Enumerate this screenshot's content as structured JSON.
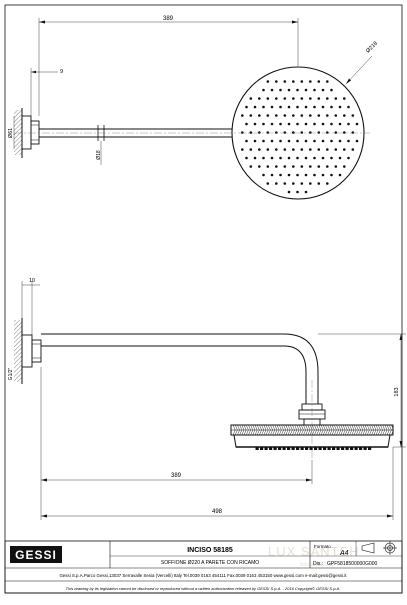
{
  "drawing": {
    "top_view": {
      "dim_arm_length": "389",
      "dim_plate_offset": "9",
      "dim_plate_dia": "Ø61",
      "dim_pipe_dia": "Ø18",
      "dim_head_dia": "Ø218"
    },
    "side_view": {
      "dim_plate_depth": "10",
      "dim_thread": "G1/2\"",
      "dim_height": "183",
      "dim_arm_length": "389",
      "dim_total_length": "498"
    }
  },
  "title_block": {
    "brand": "GESSI",
    "product_name": "INCISO 58185",
    "description": "SOFFIONE Ø220 A PARETE CON RICAMO",
    "format_label": "Formato",
    "format_value": "A4",
    "dis_label": "Dis.:",
    "dis_code": "GPF5818500000G000",
    "company_address": "Gessi S.p.A.Parco Gessi,13037 Serravalle Sesia (Vercelli) Italy Tel.0039 0163 454111 Fax.0039 0163 453150 www.gessi.com e-mail:gessi@gessi.it",
    "legal_notice": "This drawing by its legislation cannot be disclosed or reproduced without a written authorization released by GESSI S.p.A. - 2016 Copyright© GESSI S.p.A."
  },
  "watermark": {
    "text": "LUX SANTEH",
    "sub": "luxsanteh.ru"
  }
}
